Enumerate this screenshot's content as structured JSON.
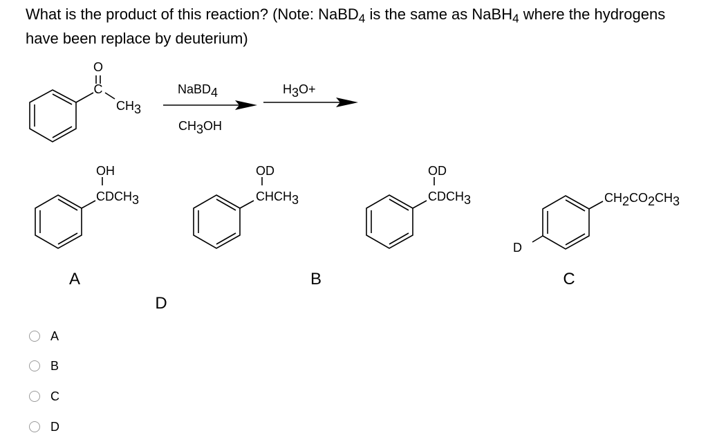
{
  "question": {
    "text_before_sub1": "What is the product of this reaction?   (Note: NaBD",
    "sub1": "4",
    "text_between": " is the same as NaBH",
    "sub2": "4",
    "text_after": " where the hydrogens have been replace by deuterium)"
  },
  "reaction": {
    "reactant_o": "O",
    "reactant_c": "C",
    "reactant_ch3": "CH",
    "reactant_ch3_sub": "3",
    "reagent1_top": "NaBD",
    "reagent1_top_sub": "4",
    "reagent1_bottom": "CH",
    "reagent1_bottom_sub": "3",
    "reagent1_bottom_rest": "OH",
    "reagent2_top": "H",
    "reagent2_top_sub": "3",
    "reagent2_top_rest": "O+"
  },
  "structures": {
    "s1_top": "OH",
    "s1_group": "CDCH",
    "s1_sub": "3",
    "s2_top": "OD",
    "s2_group": "CHCH",
    "s2_sub": "3",
    "s3_top": "OD",
    "s3_group": "CDCH",
    "s3_sub": "3",
    "s4_ring_sub": "D",
    "s4_group_a": "CH",
    "s4_sub1": "2",
    "s4_group_b": "CO",
    "s4_sub2": "2",
    "s4_group_c": "CH",
    "s4_sub3": "3"
  },
  "labels": {
    "first": "A",
    "second": "B",
    "third": "C",
    "fourth": "D"
  },
  "options": [
    {
      "label": "A"
    },
    {
      "label": "B"
    },
    {
      "label": "C"
    },
    {
      "label": "D"
    }
  ]
}
